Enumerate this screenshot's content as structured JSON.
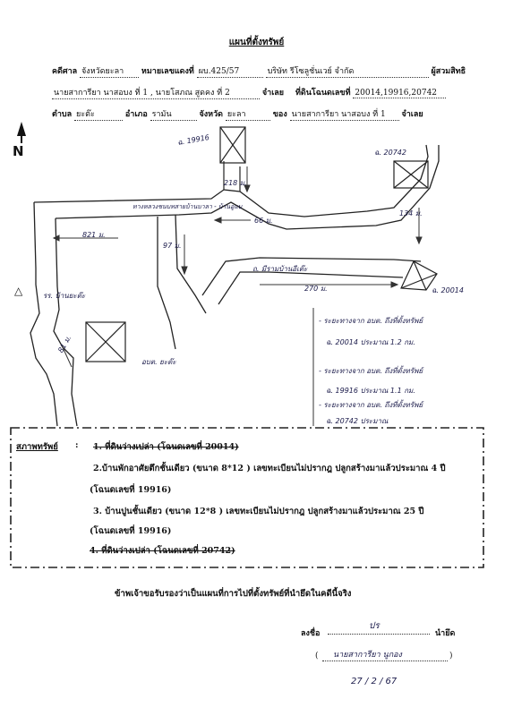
{
  "title": "แผนที่ตั้งทรัพย์",
  "header": {
    "court_label": "คดีศาล",
    "court_value": "จังหวัดยะลา",
    "case_label": "หมายเลขแดงที่",
    "case_value": "ผบ.425/57",
    "plaintiff_value": "บริษัท รีโซลูชั่นเวย์ จำกัด",
    "plaintiff_label": "ผู้สวมสิทธิ",
    "defendant_value": "นายสาการียา นาสอบง ที่ 1 , นายโสภณ สูดคง ที่ 2",
    "defendant_label": "จำเลย",
    "deed_label": "ที่ดินโฉนดเลขที่",
    "deed_value": "20014,19916,20742",
    "subdistrict_label": "ตำบล",
    "subdistrict_value": "ยะต๊ะ",
    "district_label": "อำเภอ",
    "district_value": "รามัน",
    "province_label": "จังหวัด",
    "province_value": "ยะลา",
    "owner_label": "ของ",
    "owner_value": "นายสาการียา นาสอบง ที่ 1",
    "owner_role": "จำเลย"
  },
  "map": {
    "north": "N",
    "plot_19916": "ฉ. 19916",
    "plot_20742": "ฉ. 20742",
    "plot_20014": "ฉ. 20014",
    "dist_218": "218 ม.",
    "dist_134": "134 ม.",
    "dist_821": "821 ม.",
    "dist_97": "97 ม.",
    "dist_66": "66 ม.",
    "dist_270": "270 ม.",
    "dist_81": "81 ม.",
    "road_main": "ทางหลวงชนบทสายบ้านบาลา - บ้านอูแบ",
    "road_side": "ถ. มีรามบ้านอีเต๊ะ",
    "school": "รร. บ้านยะต๊ะ",
    "obt": "อบต. ยะต๊ะ",
    "triangle": "△",
    "notes": [
      "- ระยะทางจาก อบต. ถึงที่ตั้งทรัพย์",
      "ฉ. 20014 ประมาณ 1.2 กม.",
      "- ระยะทางจาก อบต. ถึงที่ตั้งทรัพย์",
      "ฉ. 19916 ประมาณ 1.1 กม.",
      "- ระยะทางจาก อบต. ถึงที่ตั้งทรัพย์",
      "ฉ. 20742 ประมาณ"
    ]
  },
  "property": {
    "label": "สภาพทรัพย์",
    "item1": "1. ที่ดินว่างเปล่า (โฉนดเลขที่ 20014)",
    "item2a": "2.บ้านพักอาศัยตึกชั้นเดียว (ขนาด 8*12 ) เลขทะเบียนไม่ปรากฎ ปลูกสร้างมาแล้วประมาณ 4 ปี",
    "item2b": "(โฉนดเลขที่ 19916)",
    "item3a": "3. บ้านปูนชั้นเดียว (ขนาด 12*8 ) เลขทะเบียนไม่ปรากฎ ปลูกสร้างมาแล้วประมาณ 25 ปี",
    "item3b": "(โฉนดเลขที่ 19916)",
    "item4": "4. ที่ดินว่างเปล่า (โฉนดเลขที่ 20742)"
  },
  "certify": "ข้าพเจ้าขอรับรองว่าเป็นแผนที่การไปที่ตั้งทรัพย์ที่นำยึดในคดีนี้จริง",
  "signature": {
    "sign_label": "ลงชื่อ",
    "sign_mark": "ปร",
    "role": "นำยึด",
    "name": "นายสาการียา นูกอง",
    "date": "27 / 2 / 67"
  }
}
